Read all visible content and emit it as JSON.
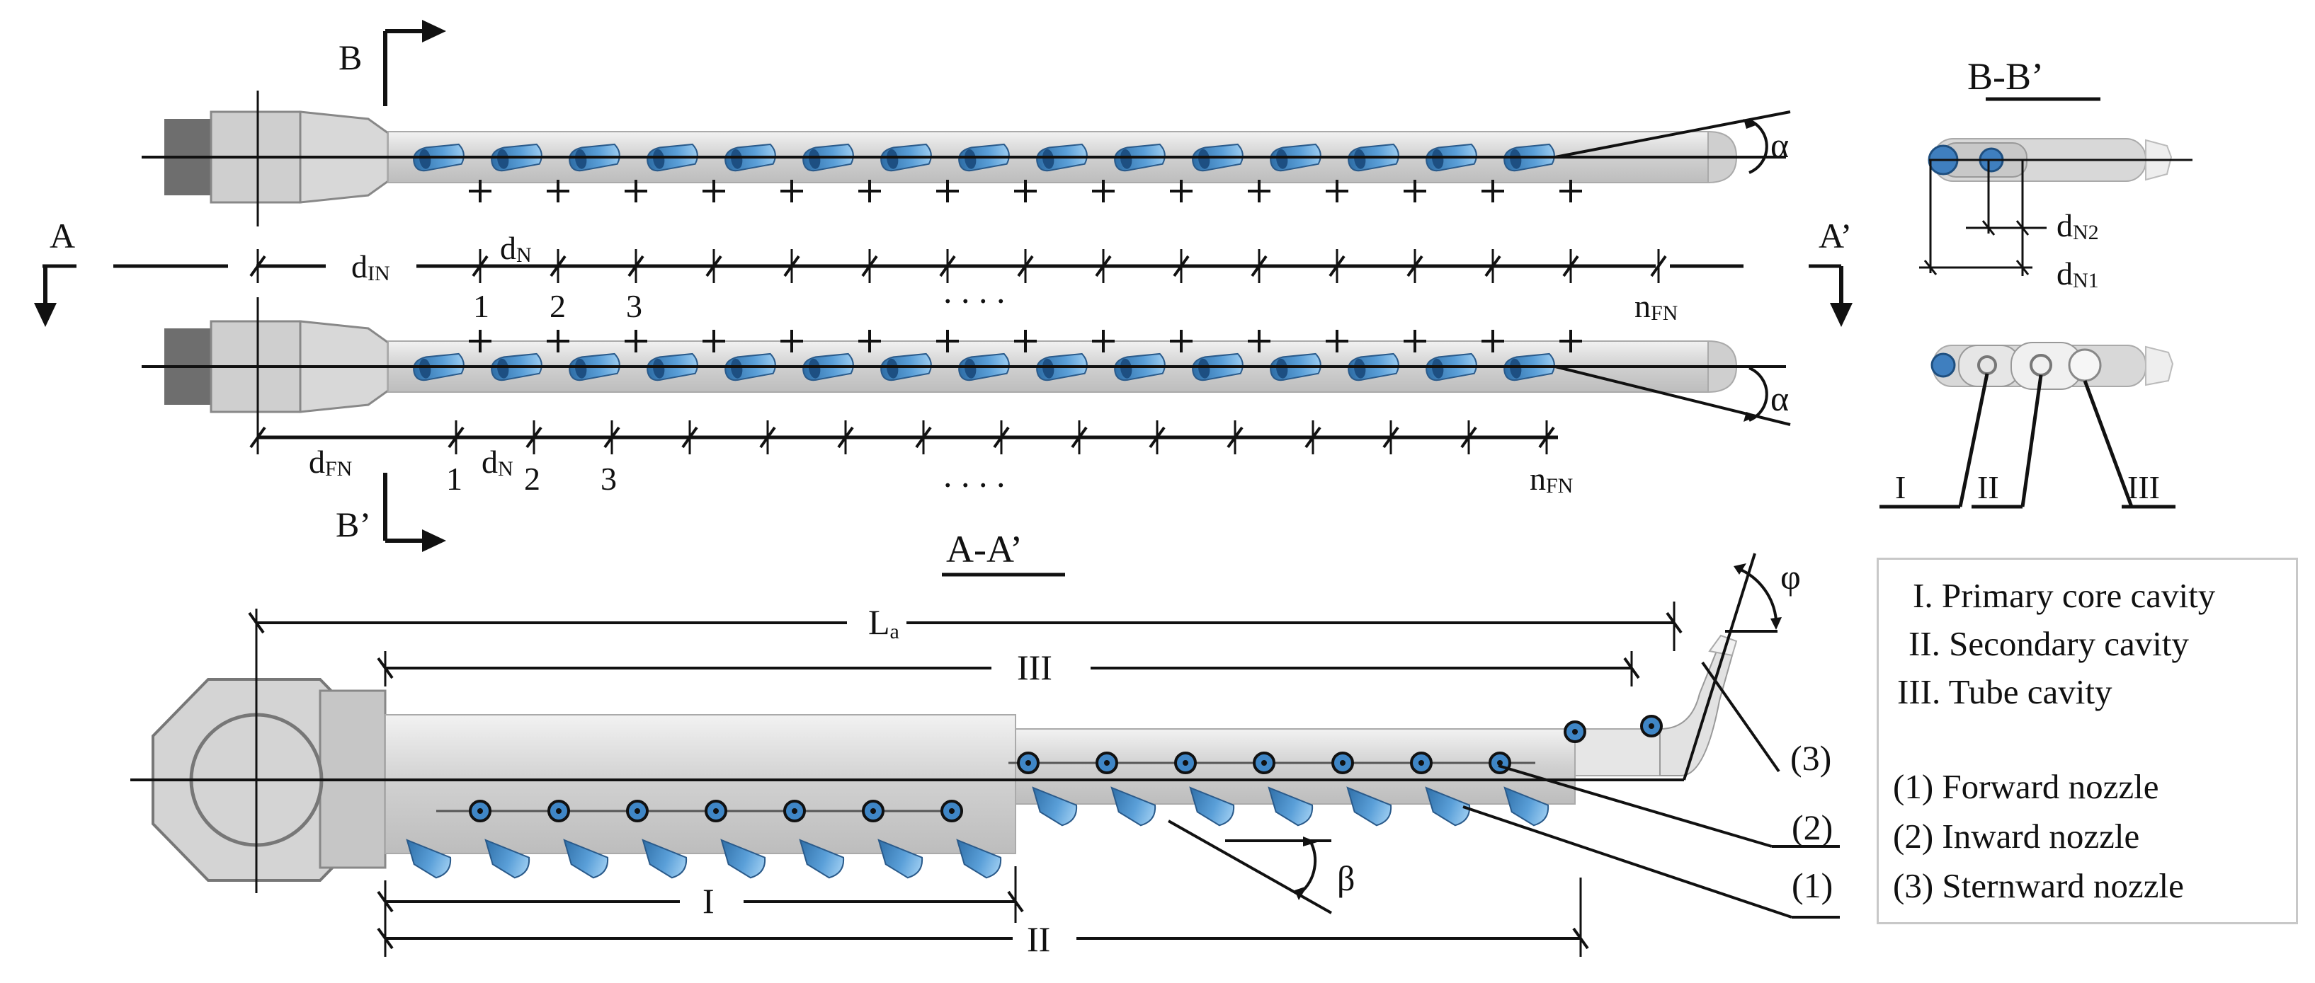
{
  "views": {
    "top": {
      "section_marker_left": "A",
      "section_marker_right": "A’",
      "section_marker_top": "B",
      "section_marker_bottom": "B’",
      "angle_label": "α",
      "row1": {
        "spacing_main": "d",
        "spacing_main_sub": "IN",
        "spacing_n": "d",
        "spacing_n_sub": "N",
        "indices": [
          "1",
          "2",
          "3"
        ],
        "ellipsis": ". . . .",
        "end_label": "n",
        "end_label_sub": "FN"
      },
      "row2": {
        "spacing_main": "d",
        "spacing_main_sub": "FN",
        "spacing_n": "d",
        "spacing_n_sub": "N",
        "indices": [
          "1",
          "2",
          "3"
        ],
        "ellipsis": ". . . .",
        "end_label": "n",
        "end_label_sub": "FN"
      }
    },
    "section_bb": {
      "title": "B-B’",
      "dim_n2": "d",
      "dim_n2_sub": "N2",
      "dim_n1": "d",
      "dim_n1_sub": "N1",
      "cavity_labels": [
        "I",
        "II",
        "III"
      ]
    },
    "section_aa": {
      "title": "A-A’",
      "length_label": "L",
      "length_sub": "a",
      "angle_phi": "φ",
      "angle_beta": "β",
      "segment_labels": {
        "i": "I",
        "ii": "II",
        "iii": "III"
      },
      "callouts": [
        "(3)",
        "(2)",
        "(1)"
      ]
    }
  },
  "legend": {
    "items": [
      "I. Primary core cavity",
      "II. Secondary cavity",
      "III. Tube cavity",
      "(1) Forward nozzle",
      "(2) Inward nozzle",
      "(3) Sternward nozzle"
    ]
  },
  "colors": {
    "body": "#d6d6d6",
    "body_dark": "#6e6e6e",
    "nozzle": "#3f86c6",
    "nozzle_light": "#8cc0ea",
    "line": "#111111"
  }
}
